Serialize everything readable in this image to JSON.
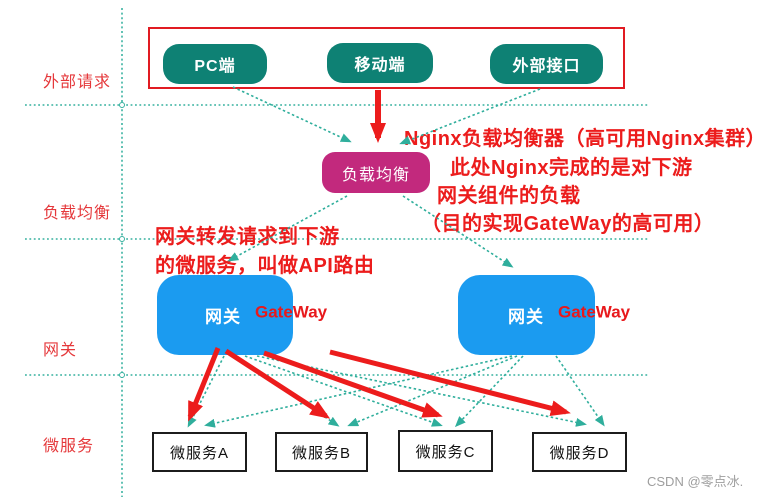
{
  "rows": {
    "external": "外部请求",
    "load_balance": "负载均衡",
    "gateway": "网关",
    "microservice": "微服务"
  },
  "clients": [
    "PC端",
    "移动端",
    "外部接口"
  ],
  "load_balancer_label": "负载均衡",
  "gateways": [
    {
      "zh": "网关",
      "en": "GateWay"
    },
    {
      "zh": "网关",
      "en": "GateWay"
    }
  ],
  "services": [
    "微服务A",
    "微服务B",
    "微服务C",
    "微服务D"
  ],
  "annotations": {
    "nginx_line1": "Nginx负载均衡器（高可用Nginx集群）",
    "nginx_line2": "此处Nginx完成的是对下游",
    "nginx_line3": "网关组件的负载",
    "nginx_line4": "（目的实现GateWay的高可用）",
    "route_line1": "网关转发请求到下游",
    "route_line2": "的微服务，叫做API路由"
  },
  "watermark": "CSDN @零点冰.",
  "colors": {
    "client_box": "#0e8174",
    "load_balancer_box": "#c2297d",
    "gateway_box": "#1b9bf0",
    "frame_red": "#e11b22",
    "annotation_red": "#ec1c1c",
    "row_label_red": "#e5383b",
    "dashed_teal": "#2fae9c",
    "arrow_red": "#ec1c1c",
    "service_border": "#1c1c1c",
    "watermark_gray": "#9e9e9e"
  }
}
